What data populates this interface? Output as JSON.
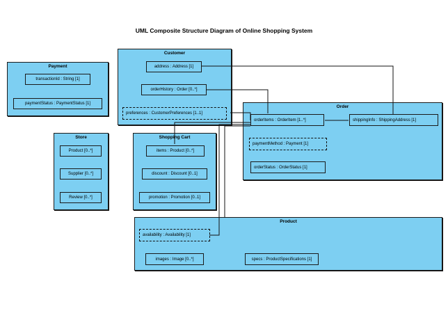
{
  "title": "UML Composite Structure Diagram of Online Shopping System",
  "classes": {
    "payment": {
      "name": "Payment",
      "parts": [
        "transactionId : String [1]",
        "paymentStatus : PaymentStatus [1]"
      ]
    },
    "customer": {
      "name": "Customer",
      "parts": [
        "address : Address [1]",
        "orderHistory : Order [0..*]",
        "preferences : CustomerPreferences [1..1]"
      ]
    },
    "order": {
      "name": "Order",
      "parts": [
        "orderItems : OrderItem [1..*]",
        "shippingInfo : ShippingAddress [1]",
        "paymentMethod : Payment [1]",
        "orderStatus : OrderStatus [1]"
      ]
    },
    "store": {
      "name": "Store",
      "parts": [
        "Product [0..*]",
        "Supplier [0..*]",
        "Review [0..*]"
      ]
    },
    "shopping_cart": {
      "name": "Shopping Cart",
      "parts": [
        "items : Product [0..*]",
        "discount : Discount [0..1]",
        "promotion : Promotion [0..1]"
      ]
    },
    "product": {
      "name": "Product",
      "parts": [
        "availability : Availability [1]",
        "images : Image [0..*]",
        "specs : ProductSpecifications [1]"
      ]
    }
  }
}
